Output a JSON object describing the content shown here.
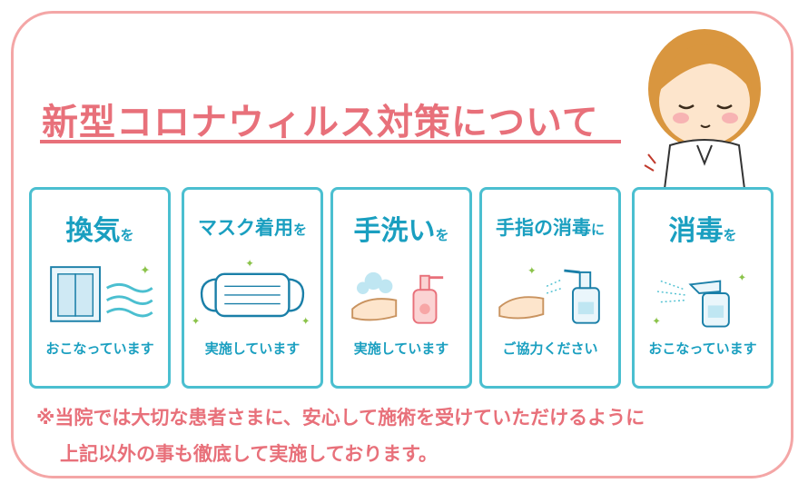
{
  "title": "新型コロナウィルス対策について",
  "cards": [
    {
      "head_main": "換気",
      "head_suffix": "を",
      "foot": "おこなっています",
      "icon": "window-ventilation-icon"
    },
    {
      "head_main": "マスク着用",
      "head_suffix": "を",
      "foot": "実施しています",
      "icon": "mask-icon"
    },
    {
      "head_main": "手洗い",
      "head_suffix": "を",
      "foot": "実施しています",
      "icon": "handwash-icon"
    },
    {
      "head_main": "手指の消毒",
      "head_suffix": "に",
      "foot": "ご協力ください",
      "icon": "hand-sanitizer-icon"
    },
    {
      "head_main": "消毒",
      "head_suffix": "を",
      "foot": "おこなっています",
      "icon": "disinfectant-spray-icon"
    }
  ],
  "note_line1": "※当院では大切な患者さまに、安心して施術を受けていただけるように",
  "note_line2": "上記以外の事も徹底して実施しております。",
  "colors": {
    "pink": "#e8707a",
    "frame": "#f4a6a6",
    "teal": "#1a9fc0",
    "card_border": "#4bbfd0"
  }
}
